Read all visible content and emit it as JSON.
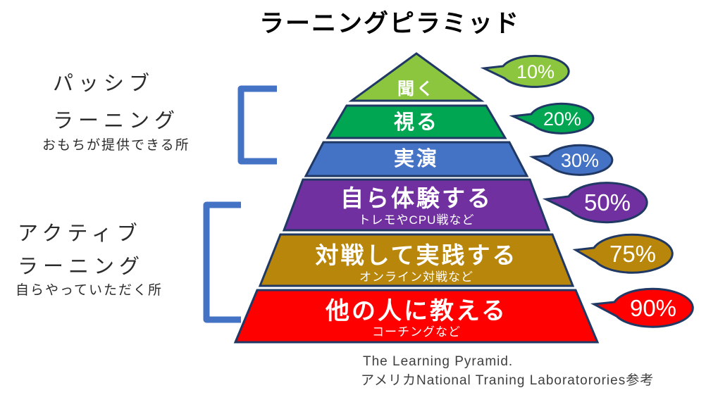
{
  "title": "ラーニングピラミッド",
  "colors": {
    "outline": "#1F3864",
    "bracket": "#4472C4",
    "background": "#FFFFFF"
  },
  "left_annotations": {
    "passive": {
      "line1": "パッシブ",
      "line2": "ラーニング",
      "note": "おもちが提供できる所"
    },
    "active": {
      "line1": "アクティブ",
      "line2": "ラーニング",
      "note": "自らやっていただく所"
    }
  },
  "pyramid": {
    "levels": [
      {
        "label": "聞く",
        "percent": "10%",
        "color": "#8CC63F"
      },
      {
        "label": "視る",
        "percent": "20%",
        "color": "#00A651"
      },
      {
        "label": "実演",
        "percent": "30%",
        "color": "#4472C4"
      },
      {
        "label": "自ら体験する",
        "sublabel": "トレモやCPU戦など",
        "percent": "50%",
        "color": "#7030A0"
      },
      {
        "label": "対戦して実践する",
        "sublabel": "オンライン対戦など",
        "percent": "75%",
        "color": "#B8860B"
      },
      {
        "label": "他の人に教える",
        "sublabel": "コーチングなど",
        "percent": "90%",
        "color": "#FF0000"
      }
    ]
  },
  "caption": {
    "line1": "The Learning Pyramid.",
    "line2": "アメリカNational Traning Laboratorories参考"
  }
}
